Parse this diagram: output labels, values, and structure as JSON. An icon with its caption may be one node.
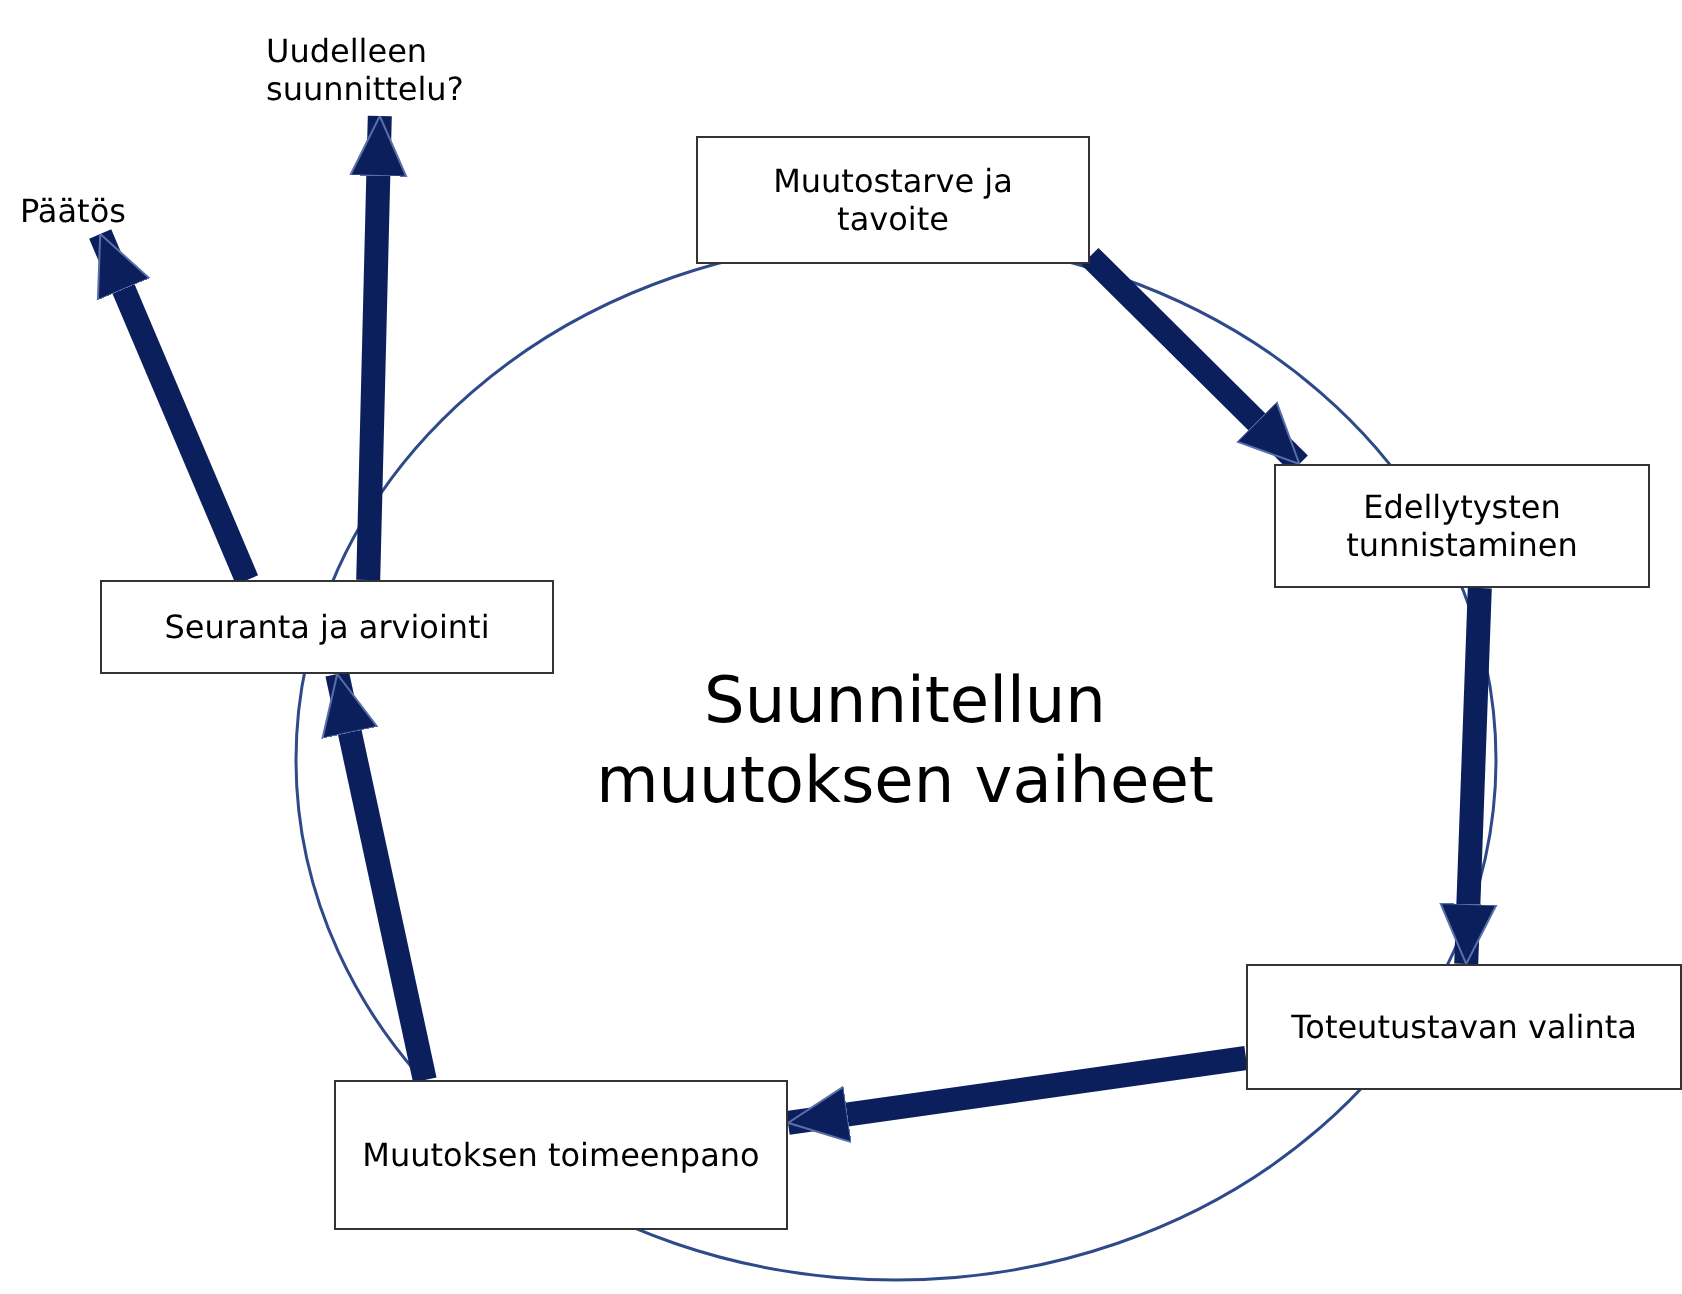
{
  "diagram": {
    "title": "Suunnitellun muutoksen vaiheet",
    "nodes": [
      {
        "text": [
          "Muutostarve ja tavoite"
        ]
      },
      {
        "text": [
          "Edellytysten tunnistaminen"
        ]
      },
      {
        "text": [
          "Toteutustavan valinta"
        ]
      },
      {
        "text": [
          "Muutoksen toimeenpano"
        ]
      },
      {
        "text": [
          "Seuranta ja arviointi"
        ]
      },
      {
        "text": [
          "Päätös"
        ]
      },
      {
        "text": [
          "Uudelleen suunnittelu?"
        ]
      }
    ],
    "edges": [
      {
        "from": 0,
        "to": 1,
        "arrow": "to"
      },
      {
        "from": 1,
        "to": 2,
        "arrow": "to"
      },
      {
        "from": 2,
        "to": 3,
        "arrow": "to"
      },
      {
        "from": 3,
        "to": 4,
        "arrow": "to"
      },
      {
        "from": 4,
        "to": 5,
        "arrow": "to"
      },
      {
        "from": 4,
        "to": 6,
        "arrow": "to"
      }
    ]
  }
}
